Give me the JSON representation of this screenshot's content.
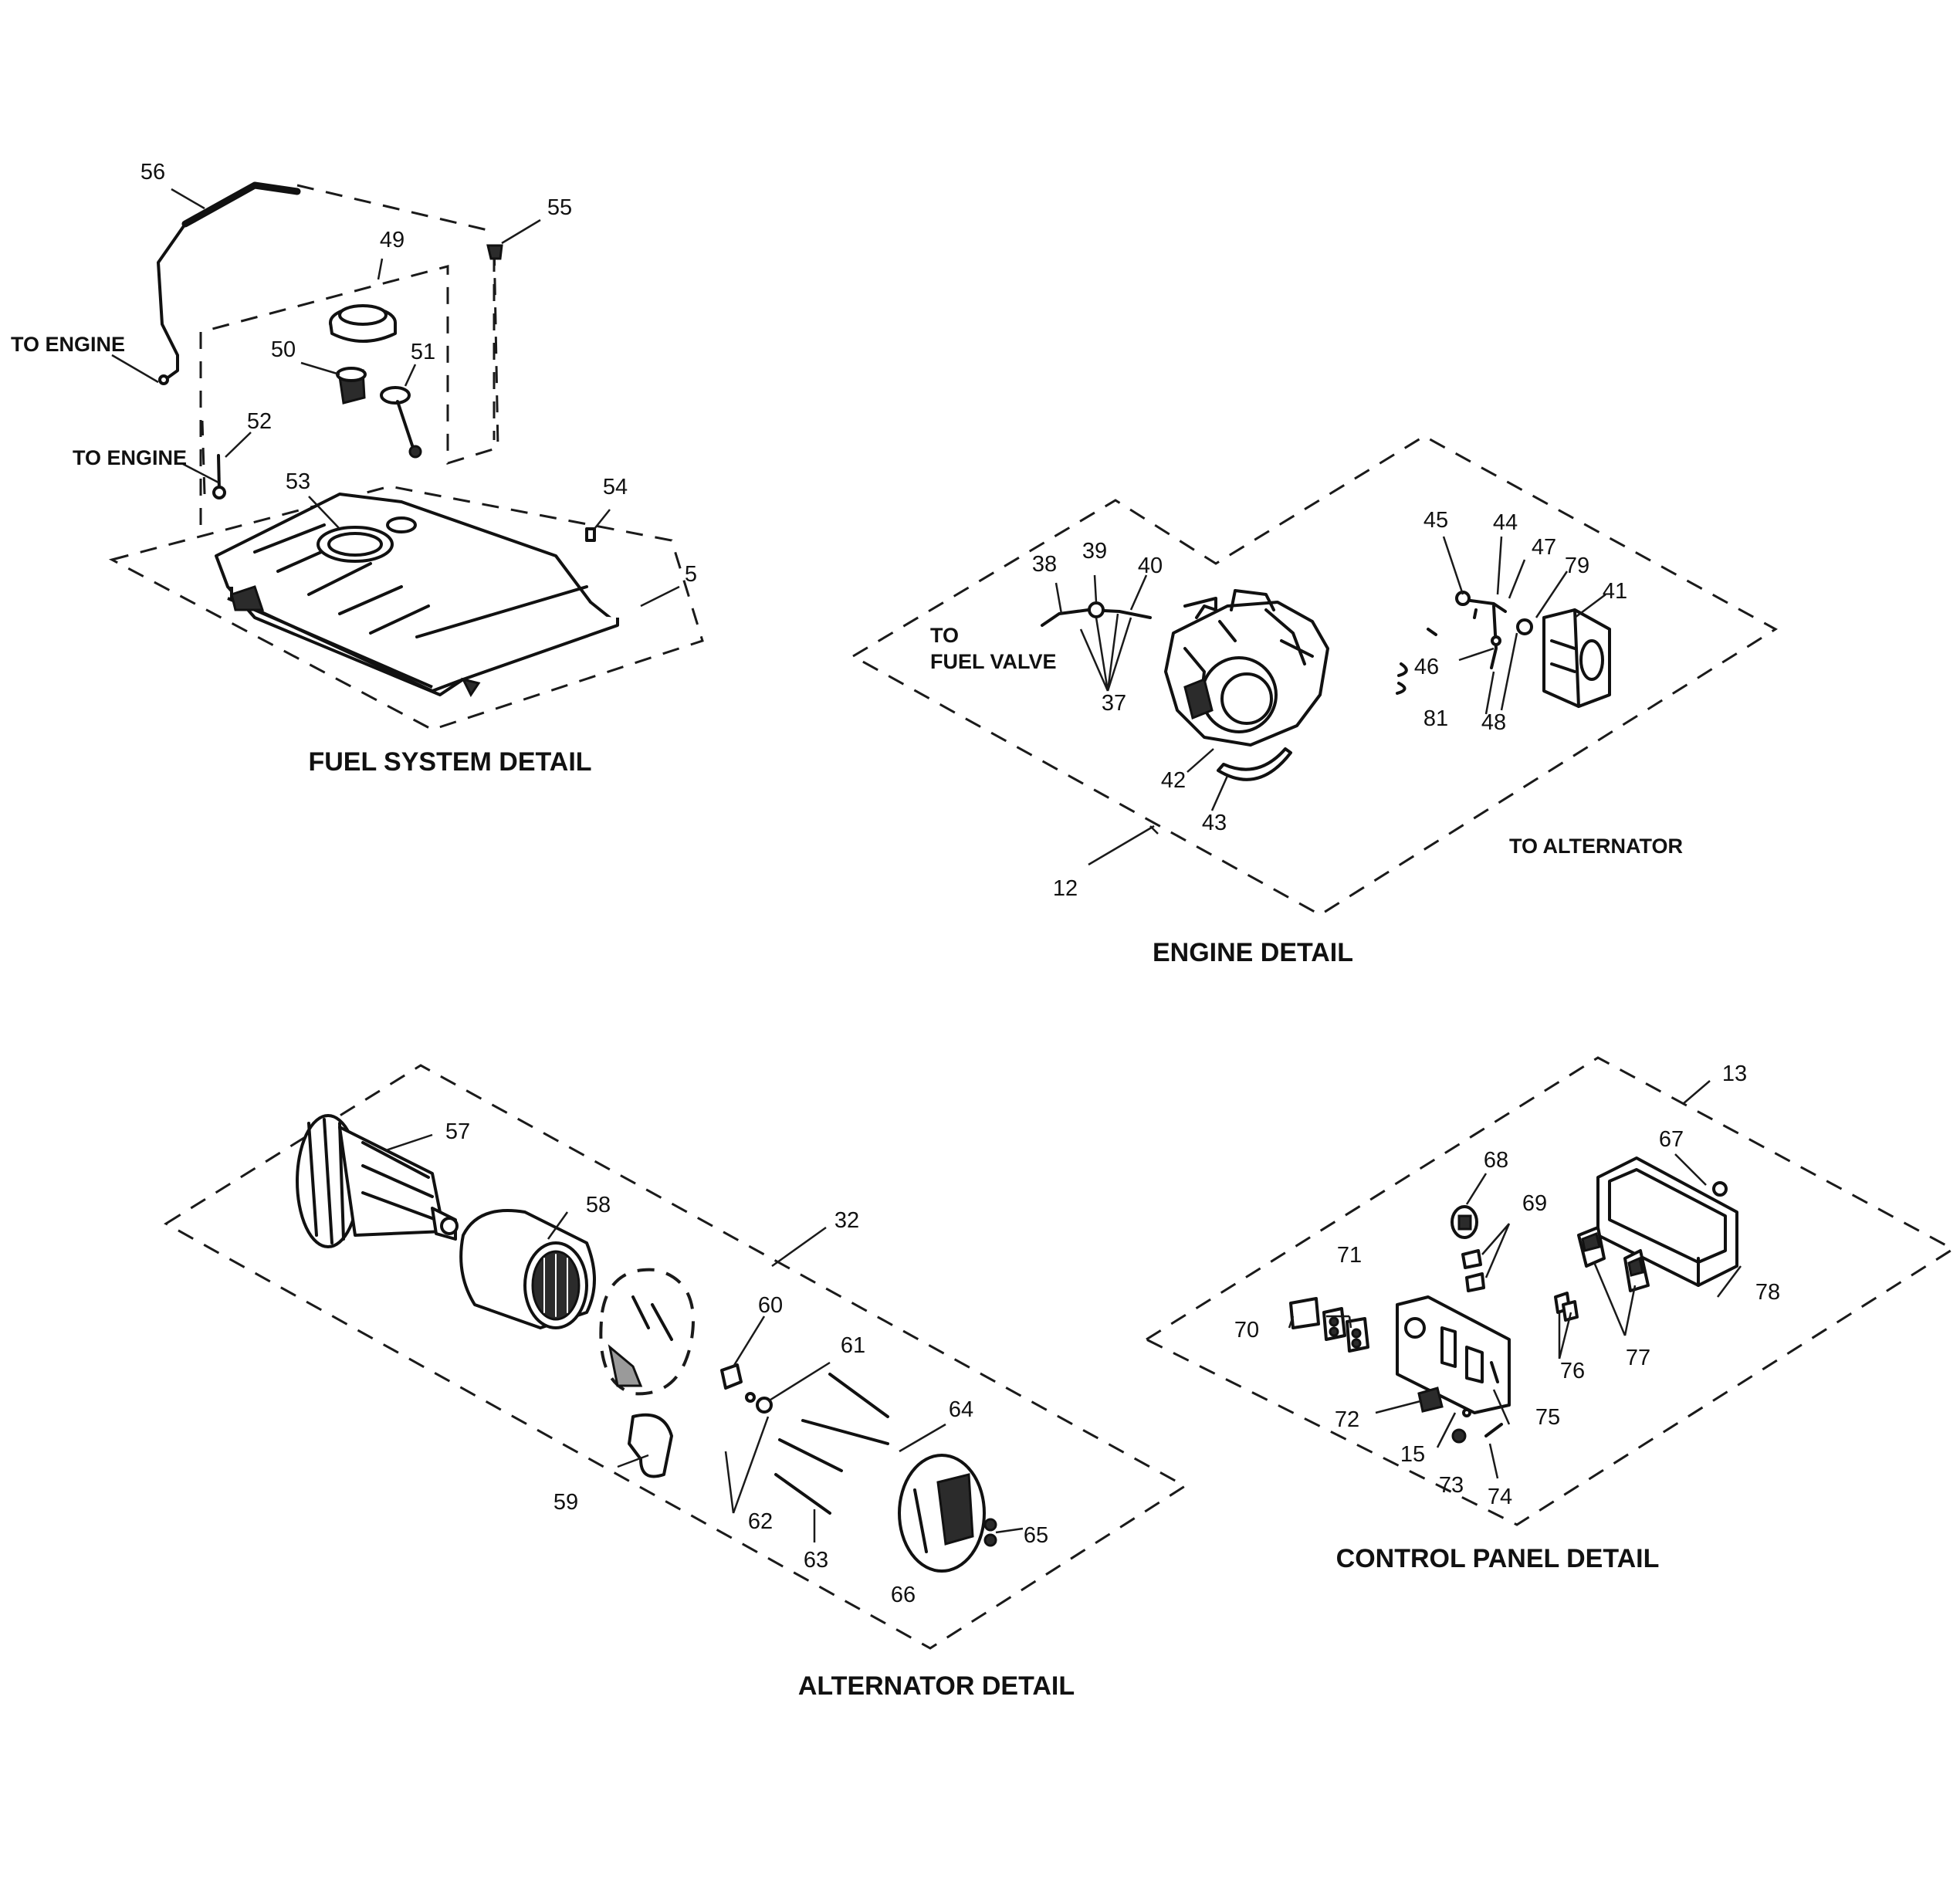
{
  "sections": {
    "fuel": {
      "title": "FUEL SYSTEM DETAIL",
      "notes": {
        "to_engine_top": "TO ENGINE",
        "to_engine_mid": "TO ENGINE"
      },
      "callouts": {
        "c56": "56",
        "c55": "55",
        "c49": "49",
        "c50": "50",
        "c51": "51",
        "c52": "52",
        "c53": "53",
        "c54": "54",
        "c5": "5"
      }
    },
    "engine": {
      "title": "ENGINE DETAIL",
      "notes": {
        "to_fuel_valve_1": "TO",
        "to_fuel_valve_2": "FUEL VALVE",
        "to_alternator": "TO ALTERNATOR"
      },
      "callouts": {
        "c38": "38",
        "c39": "39",
        "c40": "40",
        "c37": "37",
        "c42": "42",
        "c43": "43",
        "c12": "12",
        "c45": "45",
        "c44": "44",
        "c47": "47",
        "c79": "79",
        "c41": "41",
        "c46": "46",
        "c81": "81",
        "c48": "48"
      }
    },
    "alternator": {
      "title": "ALTERNATOR DETAIL",
      "callouts": {
        "c57": "57",
        "c58": "58",
        "c32": "32",
        "c60": "60",
        "c61": "61",
        "c64": "64",
        "c59": "59",
        "c62": "62",
        "c63": "63",
        "c65": "65",
        "c66": "66"
      }
    },
    "control_panel": {
      "title": "CONTROL PANEL DETAIL",
      "callouts": {
        "c13": "13",
        "c67": "67",
        "c68": "68",
        "c69": "69",
        "c71": "71",
        "c70": "70",
        "c78": "78",
        "c76": "76",
        "c77": "77",
        "c72": "72",
        "c75": "75",
        "c15": "15",
        "c73": "73",
        "c74": "74"
      }
    }
  }
}
